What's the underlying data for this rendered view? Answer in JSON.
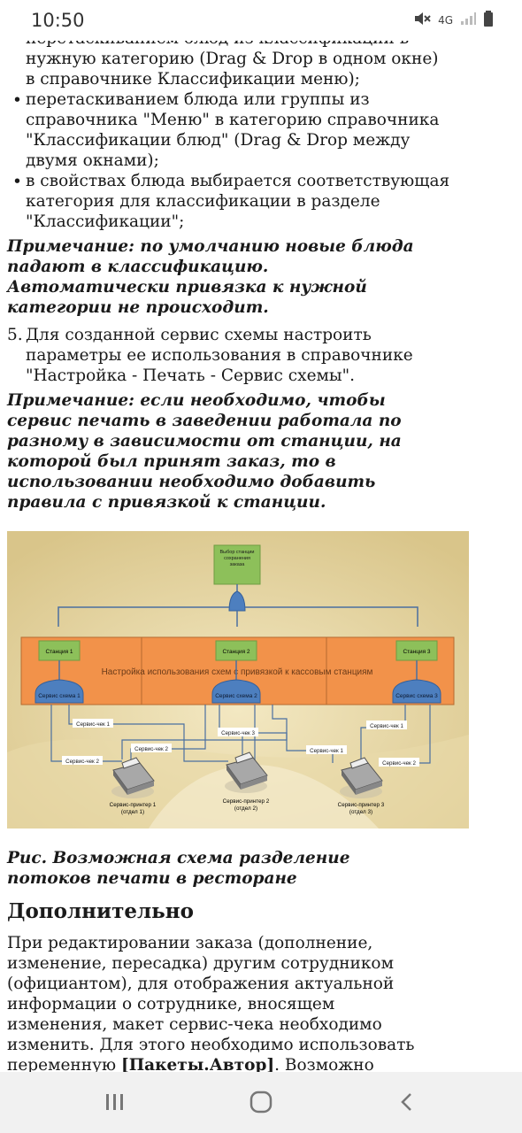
{
  "status": {
    "time": "10:50",
    "network": "4G"
  },
  "bullets": [
    "перетаскиванием блюд из классификации в нужную категорию (Drag & Drop в одном окне) в справочнике Классификации меню);",
    "перетаскиванием блюда или группы из справочника \"Меню\" в категорию справочника \"Классификации блюд\" (Drag & Drop между двумя окнами);",
    "в свойствах блюда выбирается соответствующая категория для классификации в разделе \"Классификации\";"
  ],
  "note1": "Примечание: по умолчанию новые блюда падают в классификацию. Автоматически привязка к нужной категории не происходит.",
  "step5": {
    "number": "5.",
    "text": "Для созданной сервис схемы настроить параметры ее использования в справочнике \"Настройка - Печать - Сервис схемы\"."
  },
  "note2": "Примечание: если необходимо, чтобы сервис печать в заведении работала по разному в зависимости от станции, на которой был принят заказ, то в использовании необходимо добавить правила с привязкой к станции.",
  "diagram": {
    "top_box": "Выбор станции сохранения заказа",
    "band_label": "Настройка использования схем с привязкой к кассовым станциям",
    "stations": [
      "Станция 1",
      "Станция 2",
      "Станция 3"
    ],
    "schemes": [
      "Сервис схема 1",
      "Сервис схема 2",
      "Сервис схема 3"
    ],
    "line_labels": [
      "Сервис-чек 1",
      "Сервис-чек 2",
      "Сервис-чек 2",
      "Сервис-чек 3",
      "Сервис-чек 1",
      "Сервис-чек 1",
      "Сервис-чек 2"
    ],
    "printers": [
      {
        "name": "Сервис-принтер 1",
        "dept": "(отдел 1)"
      },
      {
        "name": "Сервис-принтер 2",
        "dept": "(отдел 2)"
      },
      {
        "name": "Сервис-принтер 3",
        "dept": "(отдел 3)"
      }
    ],
    "colors": {
      "bg": "#e8d9a6",
      "band": "#f2924a",
      "green": "#8dc05a",
      "blue": "#4d7fbf",
      "line": "#4a6fa0"
    }
  },
  "caption": "Рис. Возможная схема разделение потоков печати в ресторане",
  "section": "Дополнительно",
  "para_text": "При редактировании заказа (дополнение, изменение, пересадка) другим сотрудником (официантом), для отображения актуальной информации о сотруднике, вносящем изменения, макет сервис-чека необходимо изменить. Для этого необходимо использовать переменную ",
  "para_bold": "[Пакеты.Автор]",
  "para_tail": ". Возможно"
}
